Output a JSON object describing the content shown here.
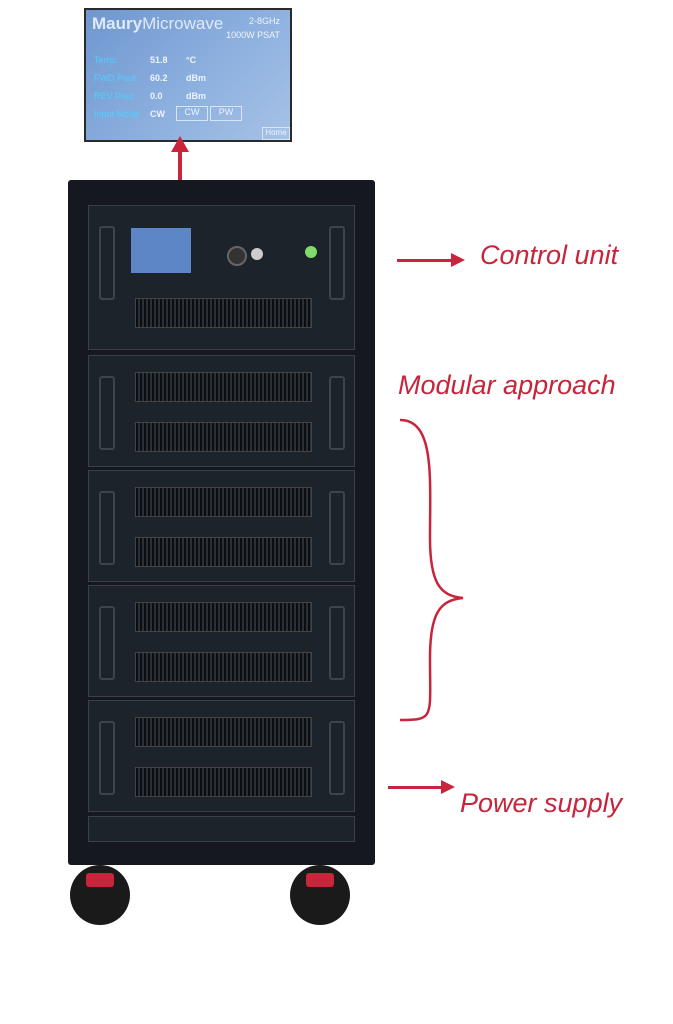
{
  "screen": {
    "brand_bold": "Maury",
    "brand_rest": "Microwave",
    "freq": "2-8GHz",
    "power": "1000W PSAT",
    "rows": [
      {
        "label": "Temp.",
        "value": "51.8",
        "unit": "°C"
      },
      {
        "label": "FWD Pout",
        "value": "60.2",
        "unit": "dBm"
      },
      {
        "label": "REV Pout",
        "value": "0.0",
        "unit": "dBm"
      },
      {
        "label": "Input Mode",
        "value": "CW",
        "unit": ""
      }
    ],
    "mode_buttons": [
      "CW",
      "PW"
    ],
    "home": "Home"
  },
  "labels": {
    "control": "Control unit",
    "modular": "Modular approach",
    "power": "Power supply"
  },
  "colors": {
    "accent": "#c8243c"
  }
}
